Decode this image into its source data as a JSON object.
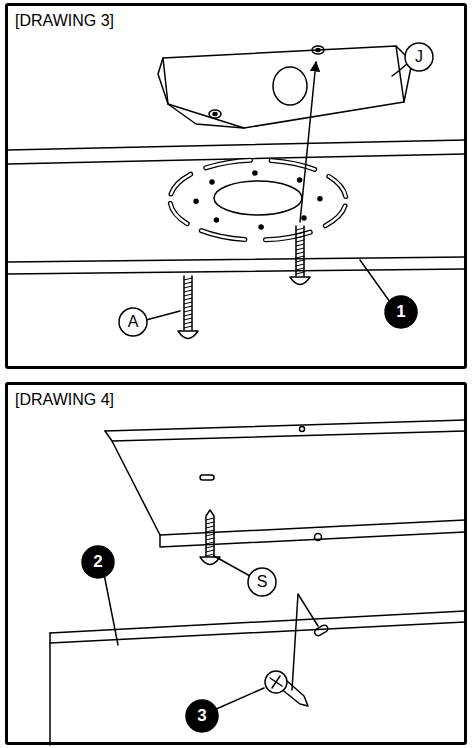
{
  "diagram": {
    "nodes": [
      {
        "text": [
          "[DRAWING 3]"
        ]
      },
      {
        "text": [
          "J"
        ],
        "in": 0
      },
      {
        "text": [
          "A"
        ],
        "in": 0
      },
      {
        "text": [
          "1"
        ],
        "in": 0
      },
      {
        "text": [
          "[DRAWING 4]"
        ]
      },
      {
        "text": [
          "2"
        ],
        "in": 4
      },
      {
        "text": [
          "S"
        ],
        "in": 4
      },
      {
        "text": [
          "3"
        ],
        "in": 4
      }
    ]
  }
}
